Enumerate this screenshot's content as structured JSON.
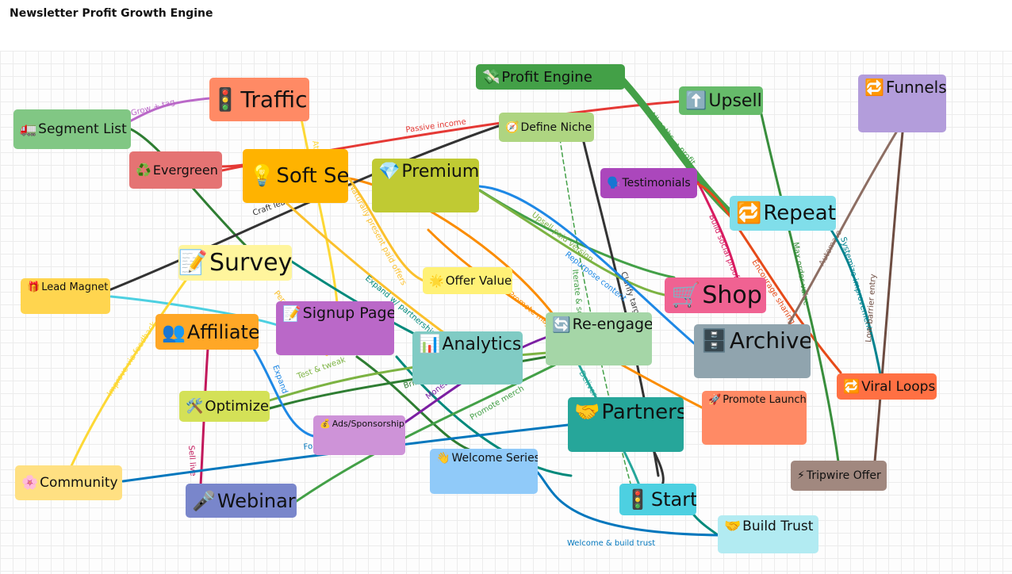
{
  "title": "Newsletter Profit Growth Engine",
  "nodes": [
    {
      "id": "segment",
      "icon": "🚛",
      "label": "Segment List",
      "color": "#81c784"
    },
    {
      "id": "traffic",
      "icon": "🚦",
      "label": "Traffic",
      "color": "#ff8a65"
    },
    {
      "id": "evergreen",
      "icon": "♻️",
      "label": "Evergreen",
      "color": "#e57373"
    },
    {
      "id": "softsell",
      "icon": "💡",
      "label": "Soft Sell",
      "color": "#ffb300"
    },
    {
      "id": "premium",
      "icon": "💎",
      "label": "Premium",
      "color": "#c0ca33"
    },
    {
      "id": "profit",
      "icon": "💸",
      "label": "Profit Engine",
      "color": "#43a047"
    },
    {
      "id": "niche",
      "icon": "🧭",
      "label": "Define Niche",
      "color": "#aed581"
    },
    {
      "id": "upsell",
      "icon": "⬆️",
      "label": "Upsell",
      "color": "#66bb6a"
    },
    {
      "id": "funnels",
      "icon": "🔁",
      "label": "Funnels",
      "color": "#b39ddb"
    },
    {
      "id": "testimonials",
      "icon": "🗣️",
      "label": "Testimonials",
      "color": "#ab47bc"
    },
    {
      "id": "repeat",
      "icon": "🔁",
      "label": "Repeat",
      "color": "#80deea"
    },
    {
      "id": "survey",
      "icon": "📝",
      "label": "Survey",
      "color": "#fff59d"
    },
    {
      "id": "leadmagnet",
      "icon": "🎁",
      "label": "Lead Magnet",
      "color": "#ffd54f"
    },
    {
      "id": "offer",
      "icon": "🌟",
      "label": "Offer Value",
      "color": "#fff176"
    },
    {
      "id": "shop",
      "icon": "🛒",
      "label": "Shop",
      "color": "#f06292"
    },
    {
      "id": "affiliate",
      "icon": "👥",
      "label": "Affiliate",
      "color": "#ffa726"
    },
    {
      "id": "signup",
      "icon": "📝",
      "label": "Signup Page",
      "color": "#ba68c8"
    },
    {
      "id": "analytics",
      "icon": "📊",
      "label": "Analytics",
      "color": "#80cbc4"
    },
    {
      "id": "reengage",
      "icon": "🔄",
      "label": "Re-engage",
      "color": "#a5d6a7"
    },
    {
      "id": "archive",
      "icon": "🗄️",
      "label": "Archive",
      "color": "#90a4ae"
    },
    {
      "id": "viral",
      "icon": "🔁",
      "label": "Viral Loops",
      "color": "#ff7043"
    },
    {
      "id": "optimize",
      "icon": "🛠️",
      "label": "Optimize",
      "color": "#d4e157"
    },
    {
      "id": "promote",
      "icon": "🚀",
      "label": "Promote Launch",
      "color": "#ff8a65"
    },
    {
      "id": "ads",
      "icon": "💰",
      "label": "Ads/Sponsorship",
      "color": "#ce93d8"
    },
    {
      "id": "partners",
      "icon": "🤝",
      "label": "Partners",
      "color": "#26a69a"
    },
    {
      "id": "welcome",
      "icon": "👋",
      "label": "Welcome Series",
      "color": "#90caf9"
    },
    {
      "id": "community",
      "icon": "🌸",
      "label": "Community",
      "color": "#ffe082"
    },
    {
      "id": "webinar",
      "icon": "🎤",
      "label": "Webinar",
      "color": "#7986cb"
    },
    {
      "id": "start",
      "icon": "🚦",
      "label": "Start",
      "color": "#4dd0e1"
    },
    {
      "id": "tripwire",
      "icon": "⚡",
      "label": "Tripwire Offer",
      "color": "#a1887f"
    },
    {
      "id": "trust",
      "icon": "🤝",
      "label": "Build Trust",
      "color": "#b2ebf2"
    }
  ],
  "edges": [
    {
      "from": "segment",
      "to": "traffic",
      "label": "Grow + tag",
      "color": "#ba68c8"
    },
    {
      "from": "evergreen",
      "to": "upsell",
      "label": "Passive income",
      "color": "#e53935"
    },
    {
      "from": "leadmagnet",
      "to": "niche",
      "label": "Craft lead magnet",
      "color": "#333333"
    },
    {
      "from": "traffic",
      "to": "signup",
      "label": "Attract readers",
      "color": "#fdd835"
    },
    {
      "from": "softsell",
      "to": "offer",
      "label": "Naturally present paid offers",
      "color": "#fbc02d"
    },
    {
      "from": "softsell",
      "to": "analytics",
      "label": "Personalize channels",
      "color": "#fbc02d"
    },
    {
      "from": "profit",
      "to": "repeat",
      "label": "All paths → profit",
      "color": "#43a047"
    },
    {
      "from": "niche",
      "to": "start",
      "label": "Iterate & scale",
      "color": "#43a047"
    },
    {
      "from": "niche",
      "to": "partners",
      "label": "Clarify target",
      "color": "#333333"
    },
    {
      "from": "testimonials",
      "to": "shop",
      "label": "Build social proof",
      "color": "#d81b60"
    },
    {
      "from": "testimonials",
      "to": "viral",
      "label": "Encourage sharing",
      "color": "#e64a19"
    },
    {
      "from": "upsell",
      "to": "tripwire",
      "label": "Max order value",
      "color": "#388e3c"
    },
    {
      "from": "funnels",
      "to": "archive",
      "label": "Automate",
      "color": "#8d6e63"
    },
    {
      "from": "repeat",
      "to": "viral",
      "label": "Systemize improvement",
      "color": "#00838f"
    },
    {
      "from": "funnels",
      "to": "tripwire",
      "label": "Low-barrier entry",
      "color": "#6d4c41"
    },
    {
      "from": "premium",
      "to": "shop",
      "label": "Upsell paid version",
      "color": "#7cb342"
    },
    {
      "from": "premium",
      "to": "archive",
      "label": "Repurpose content",
      "color": "#1e88e5"
    },
    {
      "from": "offer",
      "to": "promote",
      "label": "Promote major launches",
      "color": "#fb8c00"
    },
    {
      "from": "survey",
      "to": "analytics",
      "label": "Expand w/ partnerships",
      "color": "#00897b"
    },
    {
      "from": "reengage",
      "to": "start",
      "label": "Deliver on promise",
      "color": "#26a69a"
    },
    {
      "from": "optimize",
      "to": "reengage",
      "label": "Test & tweak",
      "color": "#7cb342"
    },
    {
      "from": "optimize",
      "to": "reengage",
      "label": "Bring back",
      "color": "#2e7d32"
    },
    {
      "from": "affiliate",
      "to": "ads",
      "label": "Expand",
      "color": "#1e88e5"
    },
    {
      "from": "ads",
      "to": "reengage",
      "label": "Monetize",
      "color": "#7b1fa2"
    },
    {
      "from": "webinar",
      "to": "reengage",
      "label": "Promote merch",
      "color": "#43a047"
    },
    {
      "from": "community",
      "to": "survey",
      "label": "Improve via feedback",
      "color": "#fdd835"
    },
    {
      "from": "webinar",
      "to": "affiliate",
      "label": "Sell live",
      "color": "#c2185b"
    },
    {
      "from": "ads",
      "to": "partners",
      "label": "Fo",
      "color": "#0277bd"
    },
    {
      "from": "welcome",
      "to": "trust",
      "label": "Welcome & build trust",
      "color": "#0277bd"
    }
  ]
}
